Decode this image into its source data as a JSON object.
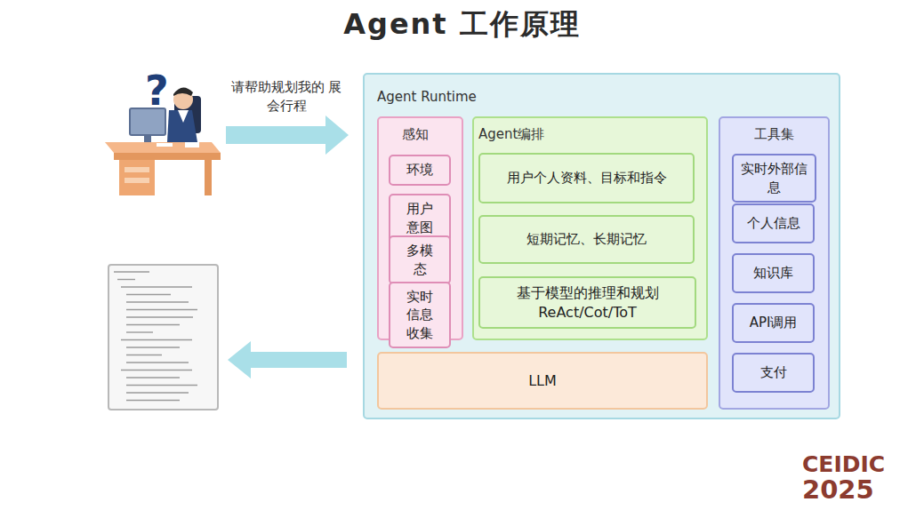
{
  "diagram": {
    "title": "Agent 工作原理",
    "nodes": [
      {
        "text": [
          "Agent Runtime"
        ]
      },
      {
        "text": [
          "感知"
        ],
        "in": 0
      },
      {
        "text": [
          "环境"
        ],
        "in": 1
      },
      {
        "text": [
          "用户意图"
        ],
        "in": 1
      },
      {
        "text": [
          "多模态"
        ],
        "in": 1
      },
      {
        "text": [
          "实时信息收集"
        ],
        "in": 1
      },
      {
        "text": [
          "Agent编排"
        ],
        "in": 0
      },
      {
        "text": [
          "用户个人资料、目标和指令"
        ],
        "in": 6
      },
      {
        "text": [
          "短期记忆、长期记忆"
        ],
        "in": 6
      },
      {
        "text": [
          "基于模型的推理和规划 ReAct/Cot/ToT"
        ],
        "in": 6
      },
      {
        "text": [
          "LLM"
        ],
        "in": 0
      },
      {
        "text": [
          "工具集"
        ],
        "in": 0
      },
      {
        "text": [
          "实时外部信息"
        ],
        "in": 11
      },
      {
        "text": [
          "个人信息"
        ],
        "in": 11
      },
      {
        "text": [
          "知识库"
        ],
        "in": 11
      },
      {
        "text": [
          "API调用"
        ],
        "in": 11
      },
      {
        "text": [
          "支付"
        ],
        "in": 11
      }
    ],
    "edges": [],
    "labels": [
      "请帮助规划我的 展会行程",
      "CEIDIC",
      "2025"
    ]
  }
}
